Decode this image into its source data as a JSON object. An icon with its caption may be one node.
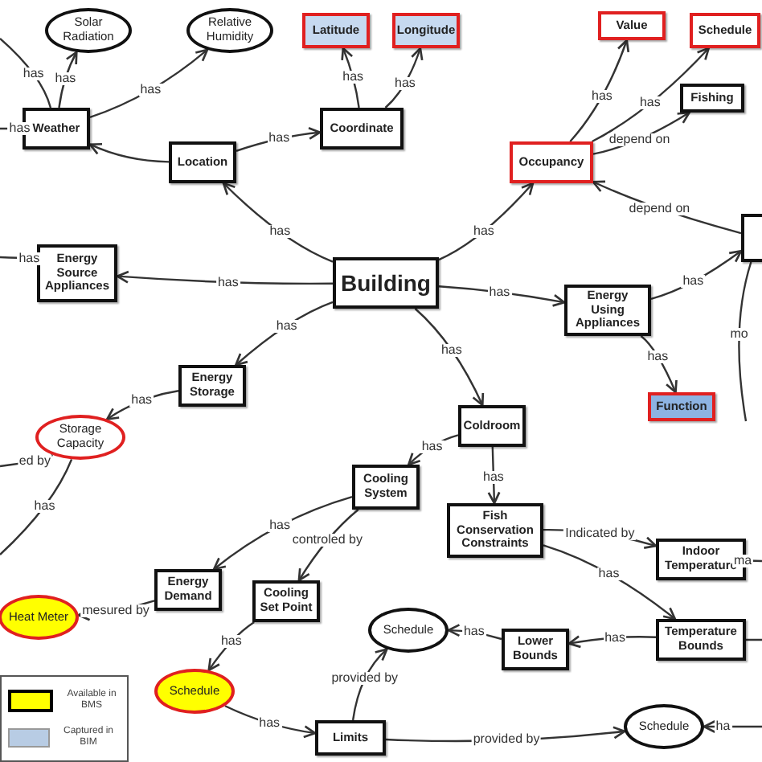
{
  "diagram": {
    "nodes": [
      {
        "text": [
          "Solar Radiation"
        ]
      },
      {
        "text": [
          "Relative Humidity"
        ]
      },
      {
        "text": [
          "Latitude"
        ]
      },
      {
        "text": [
          "Longitude"
        ]
      },
      {
        "text": [
          "Value"
        ]
      },
      {
        "text": [
          "Schedule"
        ]
      },
      {
        "text": [
          "Weather"
        ]
      },
      {
        "text": [
          "Coordinate"
        ]
      },
      {
        "text": [
          "Location"
        ]
      },
      {
        "text": [
          "Occupancy"
        ]
      },
      {
        "text": [
          "Fishing"
        ]
      },
      {
        "text": [
          "Building"
        ]
      },
      {
        "text": [
          "Energy Source Appliances"
        ]
      },
      {
        "text": [
          "Energy Using Appliances"
        ]
      },
      {
        "text": [
          "Function"
        ]
      },
      {
        "text": [
          "Energy Storage"
        ]
      },
      {
        "text": [
          "Storage Capacity"
        ]
      },
      {
        "text": [
          "Coldroom"
        ]
      },
      {
        "text": [
          "Cooling System"
        ]
      },
      {
        "text": [
          "Fish Conservation Constraints"
        ]
      },
      {
        "text": [
          "Indoor Temperature"
        ]
      },
      {
        "text": [
          "Energy Demand"
        ]
      },
      {
        "text": [
          "Cooling Set Point"
        ]
      },
      {
        "text": [
          "Heat Meter"
        ]
      },
      {
        "text": [
          "Temperature Bounds"
        ]
      },
      {
        "text": [
          "Lower Bounds"
        ]
      },
      {
        "text": [
          "Schedule"
        ]
      },
      {
        "text": [
          "Schedule"
        ]
      },
      {
        "text": [
          "Limits"
        ]
      },
      {
        "text": [
          "Schedule"
        ]
      },
      {
        "text": [],
        "shape": "box"
      }
    ],
    "edges": [
      {
        "from": 6,
        "to": 0,
        "arrow": "to",
        "label": "has"
      },
      {
        "from": 6,
        "to": 1,
        "arrow": "to",
        "label": "has"
      },
      {
        "from": null,
        "to": 6,
        "arrow": "to",
        "label": "has"
      },
      {
        "from": 6,
        "to": null,
        "arrow": "none",
        "label": "has"
      },
      {
        "from": 8,
        "to": 6,
        "arrow": "to"
      },
      {
        "from": 8,
        "to": 7,
        "arrow": "to",
        "label": "has"
      },
      {
        "from": 7,
        "to": 2,
        "arrow": "to",
        "label": "has"
      },
      {
        "from": 7,
        "to": 3,
        "arrow": "to",
        "label": "has"
      },
      {
        "from": 11,
        "to": 8,
        "arrow": "to",
        "label": "has"
      },
      {
        "from": 11,
        "to": 9,
        "arrow": "to",
        "label": "has"
      },
      {
        "from": 9,
        "to": 4,
        "arrow": "to",
        "label": "has"
      },
      {
        "from": 9,
        "to": 5,
        "arrow": "to",
        "label": "has"
      },
      {
        "from": 9,
        "to": 10,
        "arrow": "to",
        "label": "depend on"
      },
      {
        "from": 30,
        "to": 9,
        "arrow": "to",
        "label": "depend on"
      },
      {
        "from": 11,
        "to": 12,
        "arrow": "to",
        "label": "has"
      },
      {
        "from": 12,
        "to": null,
        "arrow": "none",
        "label": "has"
      },
      {
        "from": 11,
        "to": 13,
        "arrow": "to",
        "label": "has"
      },
      {
        "from": 13,
        "to": 30,
        "arrow": "to",
        "label": "has"
      },
      {
        "from": 13,
        "to": 14,
        "arrow": "to",
        "label": "has"
      },
      {
        "from": 11,
        "to": 15,
        "arrow": "to",
        "label": "has"
      },
      {
        "from": 15,
        "to": 16,
        "arrow": "to",
        "label": "has"
      },
      {
        "from": 16,
        "to": null,
        "arrow": "none",
        "label": "ed by"
      },
      {
        "from": 16,
        "to": null,
        "arrow": "none",
        "label": "has"
      },
      {
        "from": 11,
        "to": 17,
        "arrow": "to",
        "label": "has"
      },
      {
        "from": 17,
        "to": 18,
        "arrow": "to",
        "label": "has"
      },
      {
        "from": 17,
        "to": 19,
        "arrow": "to",
        "label": "has"
      },
      {
        "from": 18,
        "to": 21,
        "arrow": "to",
        "label": "has"
      },
      {
        "from": 18,
        "to": 22,
        "arrow": "to",
        "label": "controled by"
      },
      {
        "from": 21,
        "to": 23,
        "arrow": "to",
        "label": "mesured by"
      },
      {
        "from": 22,
        "to": 27,
        "arrow": "to",
        "label": "has"
      },
      {
        "from": 27,
        "to": 28,
        "arrow": "to",
        "label": "has"
      },
      {
        "from": 19,
        "to": 20,
        "arrow": "to",
        "label": "Indicated by"
      },
      {
        "from": 20,
        "to": null,
        "arrow": "none",
        "label": "ma"
      },
      {
        "from": 19,
        "to": 24,
        "arrow": "to",
        "label": "has"
      },
      {
        "from": 24,
        "to": 25,
        "arrow": "to",
        "label": "has"
      },
      {
        "from": 24,
        "to": null,
        "arrow": "none"
      },
      {
        "from": 25,
        "to": 26,
        "arrow": "to",
        "label": "has"
      },
      {
        "from": 28,
        "to": 26,
        "arrow": "to",
        "label": "provided by"
      },
      {
        "from": 28,
        "to": 29,
        "arrow": "to",
        "label": "provided by"
      },
      {
        "from": null,
        "to": 29,
        "arrow": "to",
        "label": "ha"
      },
      {
        "from": 30,
        "to": null,
        "arrow": "none",
        "label": "mo"
      }
    ],
    "legend": [
      {
        "text": "Available in BMS",
        "color": "#ffff00"
      },
      {
        "text": "Captured in BIM",
        "color": "#b8cce4"
      }
    ]
  }
}
